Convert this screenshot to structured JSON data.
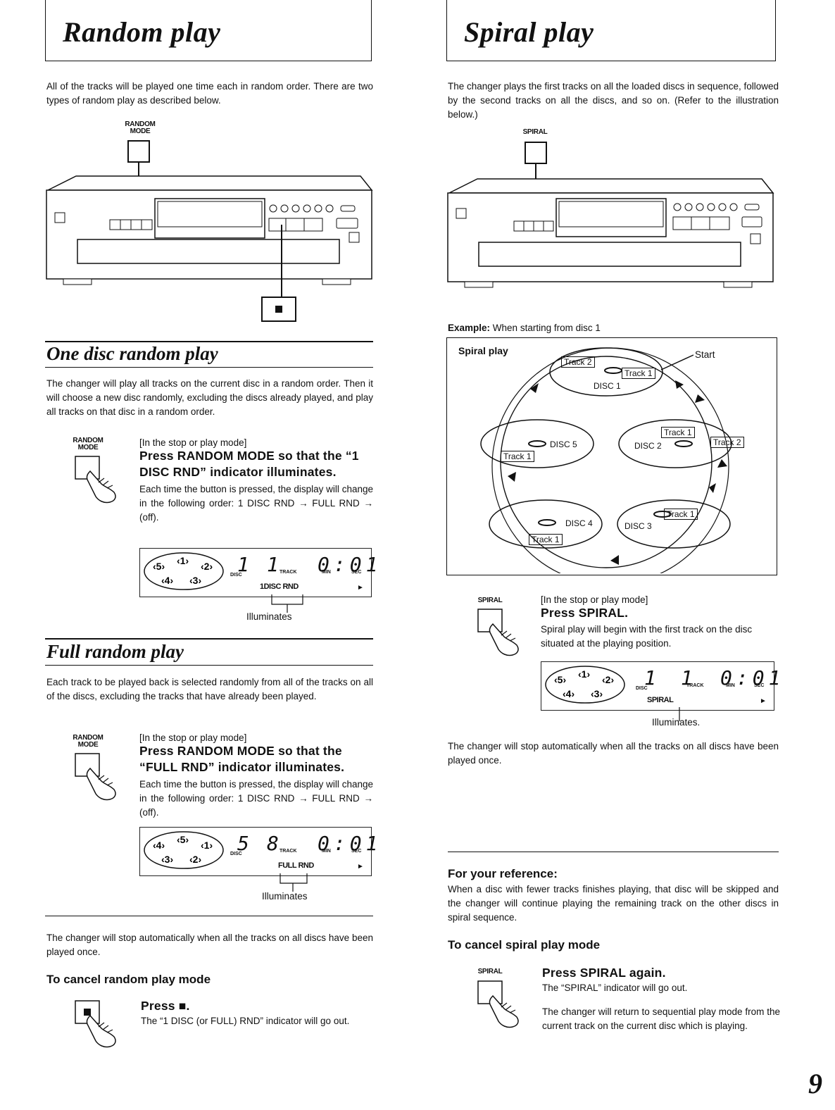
{
  "left": {
    "title": "Random play",
    "intro": "All of the tracks will be played one time each in random order. There are two types of random play as described below.",
    "device_label": "RANDOM MODE",
    "one_disc": {
      "heading": "One disc random play",
      "body": "The changer will play all tracks on the current disc in a random order. Then it will choose a new disc randomly, excluding the discs already played, and play all tracks on that disc in a random order.",
      "button_label": "RANDOM MODE",
      "mode_note": "[In the stop or play mode]",
      "instruction": "Press RANDOM MODE so that the “1 DISC RND” indicator illuminates.",
      "detail": "Each time the button is pressed, the display will change in the following order: 1 DISC RND → FULL RND → (off).",
      "display": {
        "disc": "1",
        "track": "1",
        "time": "0:01",
        "indicator": "1DISC RND"
      },
      "caption": "Illuminates"
    },
    "full": {
      "heading": "Full random play",
      "body": "Each track to be played back is selected randomly from all of the tracks on all of the discs, excluding the tracks that have already been played.",
      "button_label": "RANDOM MODE",
      "mode_note": "[In the stop or play mode]",
      "instruction": "Press RANDOM MODE so that the “FULL RND” indicator illuminates.",
      "detail": "Each time the button is pressed, the display will change in the following order: 1 DISC RND → FULL RND → (off).",
      "display": {
        "disc": "5",
        "track": "8",
        "time": "0:01",
        "indicator": "FULL RND"
      },
      "caption": "Illuminates"
    },
    "stop_note": "The changer will stop automatically when all the tracks on all discs have been played once.",
    "cancel_heading": "To cancel random play mode",
    "cancel_instruction": "Press ■.",
    "cancel_detail": "The “1 DISC (or FULL) RND” indicator will go out."
  },
  "right": {
    "title": "Spiral play",
    "intro": "The changer plays the first tracks on all the loaded discs in sequence, followed by the second tracks on all the discs, and so on. (Refer to the illustration below.)",
    "device_label": "SPIRAL",
    "example_label": "Example:",
    "example_text": "When starting from disc 1",
    "diagram": {
      "title": "Spiral play",
      "start": "Start",
      "discs": [
        "DISC 1",
        "DISC 2",
        "DISC 3",
        "DISC 4",
        "DISC 5"
      ],
      "track1": "Track 1",
      "track2": "Track 2"
    },
    "button_label": "SPIRAL",
    "mode_note": "[In the stop or play mode]",
    "instruction": "Press SPIRAL.",
    "detail": "Spiral play will begin with the first track on the disc situated at the playing position.",
    "display": {
      "disc": "1",
      "track": "1",
      "time": "0:01",
      "indicator": "SPIRAL"
    },
    "caption": "Illuminates.",
    "stop_note": "The changer will stop automatically when all the tracks on all discs have been played once.",
    "reference_heading": "For your reference:",
    "reference_body": "When a disc with fewer tracks finishes playing, that disc will be skipped and the changer will continue playing the remaining track on the other discs in spiral sequence.",
    "cancel_heading": "To cancel spiral play mode",
    "cancel_instruction": "Press SPIRAL again.",
    "cancel_detail1": "The “SPIRAL” indicator will go out.",
    "cancel_detail2": "The changer will return to sequential play mode from the current track on the current disc which is playing."
  },
  "lcd_labels": {
    "disc": "DISC",
    "track": "TRACK",
    "min": "MIN",
    "sec": "SEC",
    "play": "►"
  },
  "page_number": "9"
}
